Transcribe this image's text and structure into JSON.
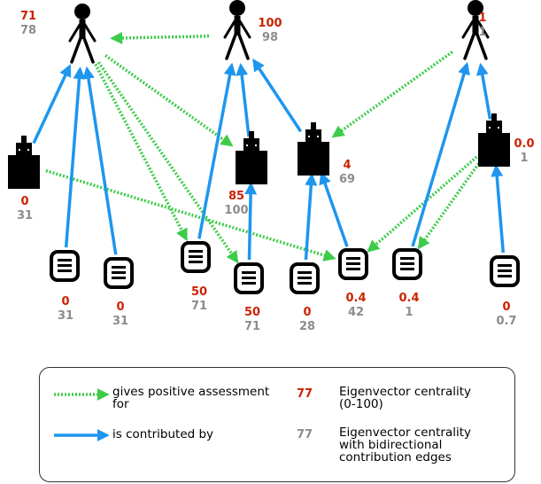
{
  "colors": {
    "assessment": "#3dcc4a",
    "contribution": "#1e96ee",
    "eigen_plain": "#cc2200",
    "eigen_bidirectional": "#8c8c8c"
  },
  "nodes": [
    {
      "id": "p1",
      "type": "person-icon",
      "c1": "71",
      "c2": "78"
    },
    {
      "id": "p2",
      "type": "person-icon",
      "c1": "100",
      "c2": "98"
    },
    {
      "id": "p3",
      "type": "person-icon",
      "c1": "1",
      "c2": "1"
    },
    {
      "id": "o1",
      "type": "org-icon",
      "c1": "0",
      "c2": "31"
    },
    {
      "id": "o2",
      "type": "org-icon",
      "c1": "85",
      "c2": "100"
    },
    {
      "id": "o3",
      "type": "org-icon",
      "c1": "4",
      "c2": "69"
    },
    {
      "id": "o4",
      "type": "org-icon",
      "c1": "0.0",
      "c2": "1"
    },
    {
      "id": "d1",
      "type": "document-icon",
      "c1": "0",
      "c2": "31"
    },
    {
      "id": "d2",
      "type": "document-icon",
      "c1": "0",
      "c2": "31"
    },
    {
      "id": "d3",
      "type": "document-icon",
      "c1": "50",
      "c2": "71"
    },
    {
      "id": "d4",
      "type": "document-icon",
      "c1": "50",
      "c2": "71"
    },
    {
      "id": "d5",
      "type": "document-icon",
      "c1": "0",
      "c2": "28"
    },
    {
      "id": "d6",
      "type": "document-icon",
      "c1": "0.4",
      "c2": "42"
    },
    {
      "id": "d7",
      "type": "document-icon",
      "c1": "0.4",
      "c2": "1"
    },
    {
      "id": "d8",
      "type": "document-icon",
      "c1": "0",
      "c2": "0.7"
    }
  ],
  "edges": {
    "assessment": [
      [
        "p2",
        "p1"
      ],
      [
        "p1",
        "o2"
      ],
      [
        "p1",
        "d3"
      ],
      [
        "p1",
        "d4"
      ],
      [
        "p3",
        "o3"
      ],
      [
        "o1",
        "d6"
      ],
      [
        "o4",
        "d6"
      ],
      [
        "o4",
        "d7"
      ]
    ],
    "contribution": [
      [
        "o1",
        "p1"
      ],
      [
        "d1",
        "p1"
      ],
      [
        "d2",
        "p1"
      ],
      [
        "d3",
        "p2"
      ],
      [
        "o2",
        "p2"
      ],
      [
        "o3",
        "p2"
      ],
      [
        "d4",
        "o2"
      ],
      [
        "d5",
        "o3"
      ],
      [
        "d6",
        "o3"
      ],
      [
        "d7",
        "p3"
      ],
      [
        "o4",
        "p3"
      ],
      [
        "d8",
        "o4"
      ]
    ]
  },
  "legend": {
    "assessment_label": "gives positive assessment for",
    "contribution_label": "is contributed by",
    "plain_sample": "77",
    "plain_label": "Eigenvector centrality (0-100)",
    "bidirectional_sample": "77",
    "bidirectional_label": "Eigenvector centrality with bidirectional contribution edges"
  }
}
